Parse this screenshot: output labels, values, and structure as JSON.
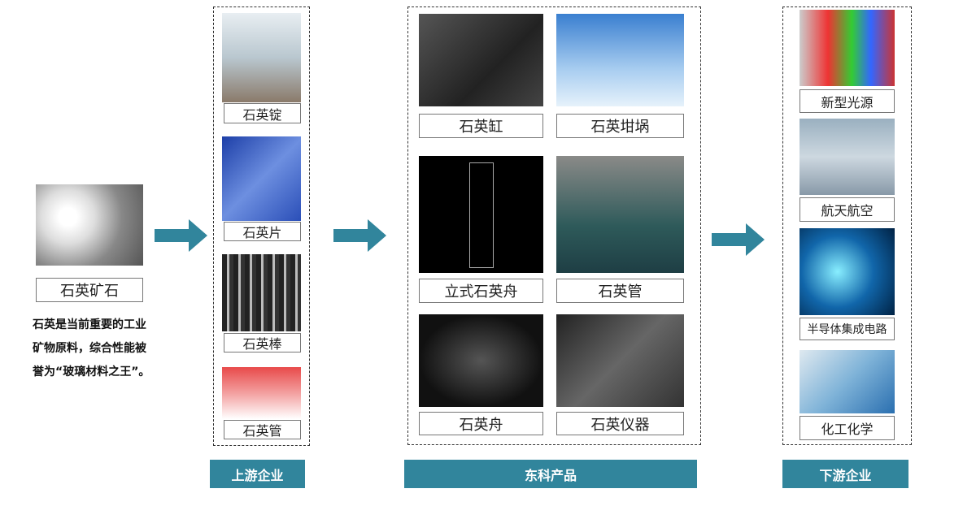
{
  "source": {
    "label": "石英矿石",
    "description": [
      "石英是当前重要的工业",
      "矿物原料，综合性能被",
      "誉为“玻璃材料之王”。"
    ]
  },
  "upstream": {
    "title": "上游企业",
    "items": [
      "石英锭",
      "石英片",
      "石英棒",
      "石英管"
    ]
  },
  "products": {
    "title": "东科产品",
    "items": [
      "石英缸",
      "石英坩埚",
      "立式石英舟",
      "石英管",
      "石英舟",
      "石英仪器"
    ]
  },
  "downstream": {
    "title": "下游企业",
    "items": [
      "新型光源",
      "航天航空",
      "半导体集成电路",
      "化工化学"
    ]
  },
  "colors": {
    "banner": "#31859c",
    "arrow": "#31859c"
  }
}
